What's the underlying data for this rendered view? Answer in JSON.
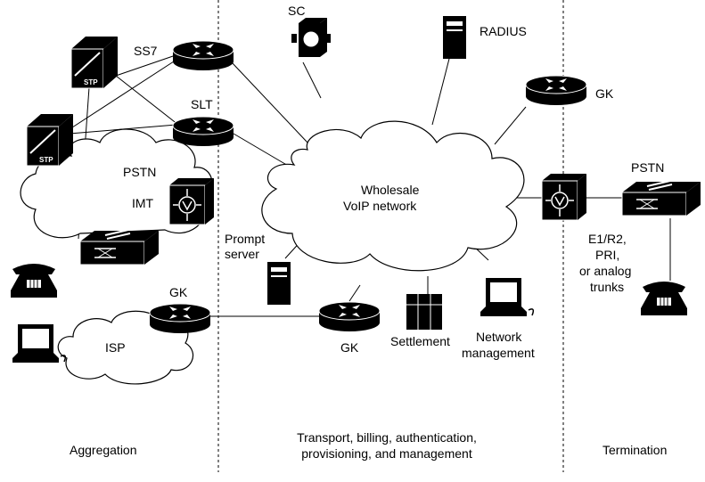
{
  "sections": {
    "aggregation": "Aggregation",
    "transport_line1": "Transport, billing, authentication,",
    "transport_line2": "provisioning, and management",
    "termination": "Termination"
  },
  "nodes": {
    "sc": "SC",
    "radius": "RADIUS",
    "ss7": "SS7",
    "slt": "SLT",
    "stp": "STP",
    "pstn_left": "PSTN",
    "imt": "IMT",
    "gk_right": "GK",
    "gk_isp": "GK",
    "gk_bottom": "GK",
    "isp": "ISP",
    "pstn_right": "PSTN",
    "wholesale_line1": "Wholesale",
    "wholesale_line2": "VoIP network",
    "prompt_line1": "Prompt",
    "prompt_line2": "server",
    "settlement": "Settlement",
    "netmgmt_line1": "Network",
    "netmgmt_line2": "management",
    "trunks_line1": "E1/R2,",
    "trunks_line2": "PRI,",
    "trunks_line3": "or analog",
    "trunks_line4": "trunks"
  }
}
